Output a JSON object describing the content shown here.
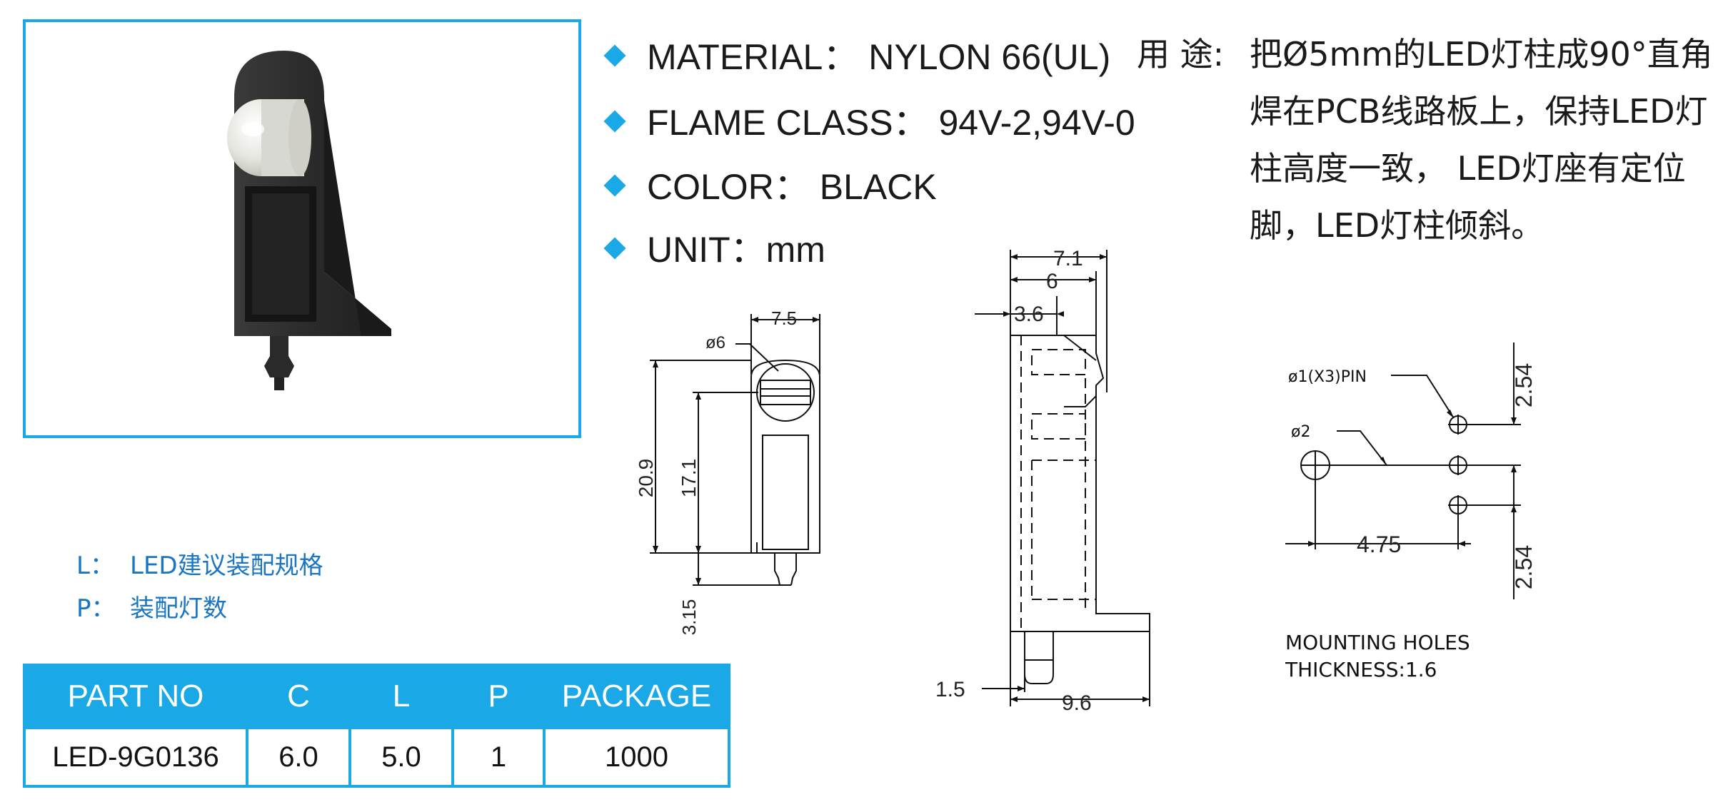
{
  "specs": [
    {
      "label": "MATERIAL",
      "sep": "：",
      "value": "NYLON 66(UL)"
    },
    {
      "label": "FLAME CLASS",
      "sep": "：",
      "value": "94V-2,94V-0"
    },
    {
      "label": "COLOR",
      "sep": "：",
      "value": "BLACK"
    },
    {
      "label": "UNIT",
      "sep": "：",
      "value": "mm"
    }
  ],
  "usage": {
    "label": "用 途:",
    "lines": [
      "把Ø5mm的LED灯柱成90°直角",
      "焊在PCB线路板上，保持LED灯",
      "柱高度一致， LED灯座有定位",
      "脚，LED灯柱倾斜。"
    ]
  },
  "legend": [
    {
      "key": "L：",
      "text": "LED建议装配规格"
    },
    {
      "key": "P：",
      "text": "装配灯数"
    }
  ],
  "table": {
    "headers": [
      "PART NO",
      "C",
      "L",
      "P",
      "PACKAGE"
    ],
    "rows": [
      [
        "LED-9G0136",
        "6.0",
        "5.0",
        "1",
        "1000"
      ]
    ]
  },
  "front_view": {
    "width": "7.5",
    "dia": "ø6",
    "height_total": "20.9",
    "height_center": "17.1",
    "pin": "3.15"
  },
  "side_view": {
    "top1": "7.1",
    "top2": "6",
    "top3": "3.6",
    "bottom_left": "1.5",
    "bottom": "9.6"
  },
  "mounting": {
    "pin_label": "ø1(X3)PIN",
    "hole_label": "ø2",
    "pitch_top": "2.54",
    "pitch_bottom": "2.54",
    "offset": "4.75",
    "note_line1": "MOUNTING  HOLES",
    "note_line2": "THICKNESS:1.6"
  },
  "colors": {
    "accent": "#1ba8e6",
    "legend": "#1a76c4"
  }
}
